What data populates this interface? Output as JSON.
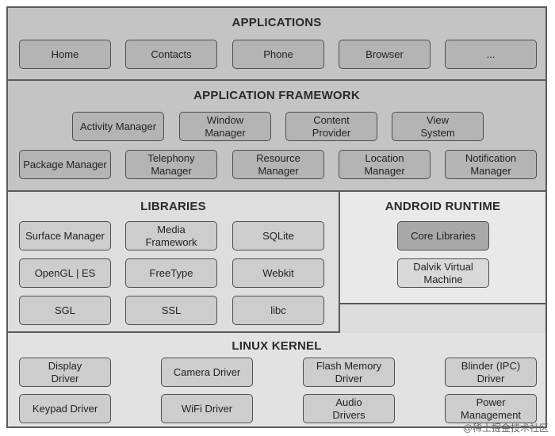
{
  "applications": {
    "title": "APPLICATIONS",
    "items": [
      "Home",
      "Contacts",
      "Phone",
      "Browser",
      "..."
    ]
  },
  "framework": {
    "title": "APPLICATION FRAMEWORK",
    "row1": [
      "Activity Manager",
      "Window\nManager",
      "Content\nProvider",
      "View\nSystem"
    ],
    "row2": [
      "Package Manager",
      "Telephony\nManager",
      "Resource\nManager",
      "Location\nManager",
      "Notification\nManager"
    ]
  },
  "libraries": {
    "title": "LIBRARIES",
    "items": [
      "Surface Manager",
      "Media\nFramework",
      "SQLite",
      "OpenGL | ES",
      "FreeType",
      "Webkit",
      "SGL",
      "SSL",
      "libc"
    ]
  },
  "runtime": {
    "title": "ANDROID RUNTIME",
    "items": [
      "Core Libraries",
      "Dalvik Virtual\nMachine"
    ]
  },
  "kernel": {
    "title": "LINUX KERNEL",
    "items": [
      "Display\nDriver",
      "Camera Driver",
      "Flash Memory\nDriver",
      "Blinder (IPC)\nDriver",
      "Keypad Driver",
      "WiFi Driver",
      "Audio\nDrivers",
      "Power\nManagement"
    ]
  },
  "watermark": "@稀土掘金技术社区"
}
